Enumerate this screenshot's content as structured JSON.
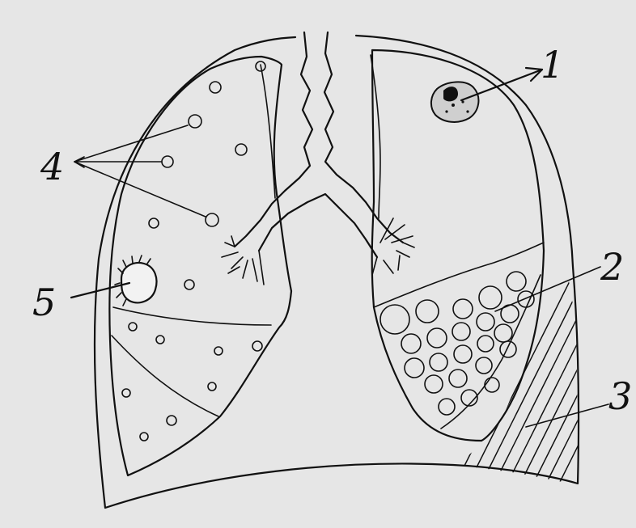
{
  "diagram": {
    "background_color": "#e6e6e6",
    "ink_color": "#111111",
    "labels": {
      "lesion_1": "1",
      "lesion_2": "2",
      "lesion_3": "3",
      "lesion_4": "4",
      "lesion_5": "5"
    }
  }
}
